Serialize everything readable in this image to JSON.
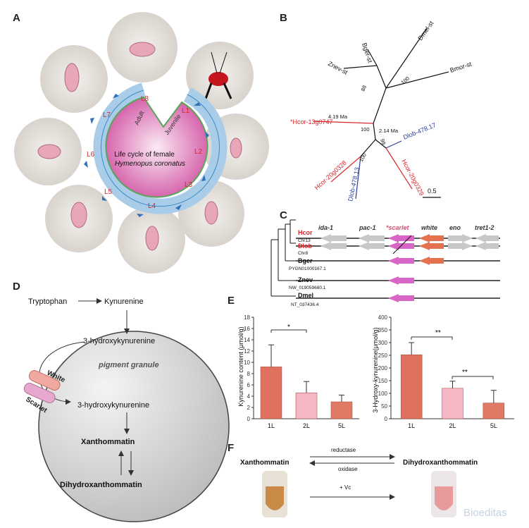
{
  "panels": {
    "A": {
      "label": "A",
      "center_title_1": "Life cycle of female",
      "center_title_2": "Hymenopus coronatus",
      "stage_adult": "Adult",
      "stage_juvenile": "Juvenile",
      "stages": [
        "L1",
        "L2",
        "L3",
        "L4",
        "L5",
        "L6",
        "L7",
        "L8"
      ]
    },
    "B": {
      "label": "B",
      "taxa": {
        "dmel": "Dmel-st",
        "bmor": "Bmor-st",
        "bger": "Bger-st",
        "znev": "Znev-st",
        "hcor13": "*Hcor-13g0747",
        "dlob1": "Dlob-478.17",
        "dlob2": "Dlob-478.13",
        "hcor20a": "Hcor-20g0328",
        "hcor20b": "Hcor-20g0329"
      },
      "support": [
        "100",
        "88",
        "100",
        "100",
        "99"
      ],
      "times": [
        "4.19 Ma",
        "2.14 Ma"
      ],
      "scale": "0.5"
    },
    "C": {
      "label": "C",
      "genes": [
        "ida-1",
        "pac-1",
        "*scarlet",
        "white",
        "eno",
        "tret1-2"
      ],
      "rows": [
        {
          "name": "Hcor",
          "sub": "Chr13"
        },
        {
          "name": "Dlob",
          "sub": "Chr8"
        },
        {
          "name": "Bger",
          "sub": "PYGN01000167.1"
        },
        {
          "name": "Znev",
          "sub": "NW_019059680.1"
        },
        {
          "name": "Dmel",
          "sub": "NT_037436.4"
        }
      ]
    },
    "D": {
      "label": "D",
      "tryptophan": "Tryptophan",
      "kynurenine": "Kynurenine",
      "hk_outside": "3-hydroxykynurenine",
      "granule": "pigment granule",
      "white": "White",
      "scarlet": "Scarlet",
      "hk_inside": "3-hydroxykynurenine",
      "xanthommatin": "Xanthommatin",
      "dihydro": "Dihydroxanthommatin"
    },
    "E": {
      "label": "E",
      "sig_left": "*",
      "sig_right_1": "**",
      "sig_right_2": "**"
    },
    "F": {
      "label": "F",
      "left": "Xanthommatin",
      "right": "Dihydroxanthommatin",
      "reductase": "reductase",
      "oxidase": "oxidase",
      "vc": "+ Vc"
    }
  },
  "watermark": "Bioeditas",
  "chart_data": [
    {
      "type": "bar",
      "categories": [
        "1L",
        "2L",
        "5L"
      ],
      "values": [
        9.2,
        4.6,
        3.0
      ],
      "errors": [
        3.9,
        2.0,
        1.2
      ],
      "ylabel": "Kynurenine content (μmol/g)",
      "ylim": [
        0,
        18
      ],
      "yticks": [
        "0",
        "2",
        "4",
        "6",
        "8",
        "10",
        "12",
        "14",
        "16",
        "18"
      ],
      "colors": [
        "#e0715f",
        "#f5b7c4",
        "#e07a64"
      ]
    },
    {
      "type": "bar",
      "categories": [
        "1L",
        "2L",
        "5L"
      ],
      "values": [
        252,
        120,
        62
      ],
      "errors": [
        48,
        28,
        50
      ],
      "ylabel": "3-Hydroxy-kynurenine(μmol/g)",
      "ylim": [
        0,
        400
      ],
      "yticks": [
        "0",
        "50",
        "100",
        "150",
        "200",
        "250",
        "300",
        "350",
        "400"
      ],
      "colors": [
        "#e0715f",
        "#f5b7c4",
        "#e07a64"
      ]
    }
  ]
}
